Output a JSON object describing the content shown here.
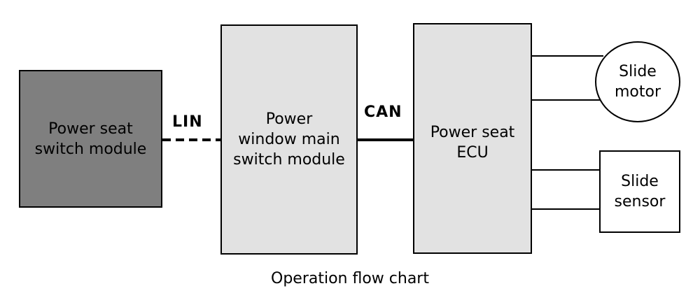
{
  "nodes": {
    "power_seat_switch_module": "Power seat\nswitch module",
    "power_window_main_switch_module": "Power\nwindow main\nswitch module",
    "power_seat_ecu": "Power seat\nECU",
    "slide_motor": "Slide\nmotor",
    "slide_sensor": "Slide\nsensor"
  },
  "buses": {
    "lin": "LIN",
    "can": "CAN"
  },
  "caption": "Operation flow chart"
}
